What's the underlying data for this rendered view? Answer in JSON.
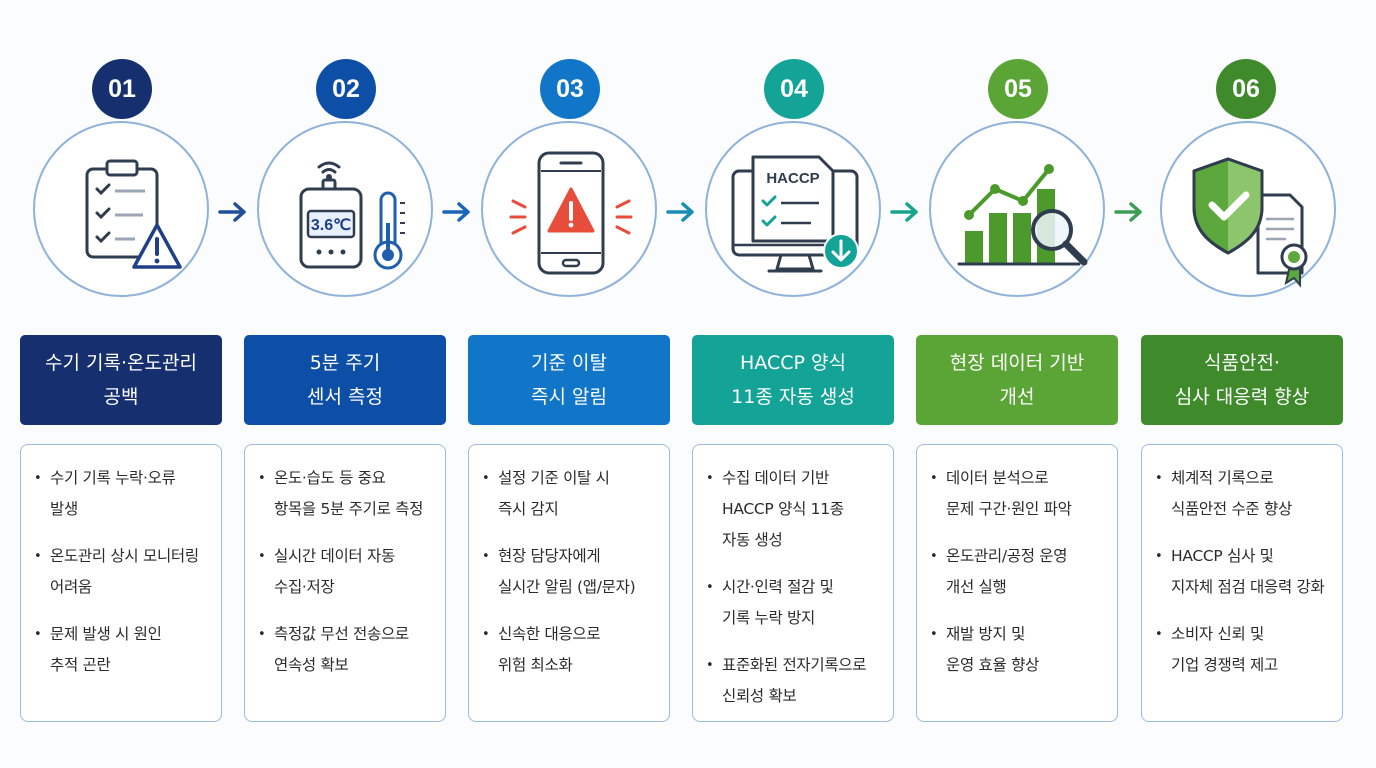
{
  "steps": [
    {
      "number": "01",
      "color": "#16306f",
      "icon": "clipboard-warning-icon",
      "title": [
        "수기 기록·온도관리",
        "공백"
      ],
      "bullets": [
        [
          "수기 기록 누락·오류",
          "발생"
        ],
        [
          "온도관리 상시 모니터링",
          "어려움"
        ],
        [
          "문제 발생 시 원인",
          "추적 곤란"
        ]
      ]
    },
    {
      "number": "02",
      "color": "#0d4fa6",
      "icon": "sensor-thermometer-icon",
      "icon_text": "3.6℃",
      "title": [
        "5분 주기",
        "센서 측정"
      ],
      "bullets": [
        [
          "온도·습도 등 중요",
          "항목을 5분 주기로 측정"
        ],
        [
          "실시간 데이터 자동",
          "수집·저장"
        ],
        [
          "측정값 무선 전송으로",
          "연속성 확보"
        ]
      ]
    },
    {
      "number": "03",
      "color": "#1176c8",
      "icon": "phone-alert-icon",
      "title": [
        "기준 이탈",
        "즉시 알림"
      ],
      "bullets": [
        [
          "설정 기준 이탈 시",
          "즉시 감지"
        ],
        [
          "현장 담당자에게",
          "실시간 알림 (앱/문자)"
        ],
        [
          "신속한 대응으로",
          "위험 최소화"
        ]
      ]
    },
    {
      "number": "04",
      "color": "#13a497",
      "icon": "haccp-monitor-icon",
      "icon_text": "HACCP",
      "title": [
        "HACCP 양식",
        "11종 자동 생성"
      ],
      "bullets": [
        [
          "수집 데이터 기반",
          "HACCP 양식 11종",
          "자동 생성"
        ],
        [
          "시간·인력 절감 및",
          "기록 누락 방지"
        ],
        [
          "표준화된 전자기록으로",
          "신뢰성 확보"
        ]
      ]
    },
    {
      "number": "05",
      "color": "#5aa536",
      "icon": "chart-analysis-icon",
      "title": [
        "현장 데이터 기반",
        "개선"
      ],
      "bullets": [
        [
          "데이터 분석으로",
          "문제 구간·원인 파악"
        ],
        [
          "온도관리/공정 운영",
          "개선 실행"
        ],
        [
          "재발 방지 및",
          "운영 효율 향상"
        ]
      ]
    },
    {
      "number": "06",
      "color": "#3f8b2c",
      "icon": "shield-certificate-icon",
      "title": [
        "식품안전·",
        "심사 대응력 향상"
      ],
      "bullets": [
        [
          "체계적 기록으로",
          "식품안전 수준 향상"
        ],
        [
          "HACCP 심사 및",
          "지자체 점검 대응력 강화"
        ],
        [
          "소비자 신뢰 및",
          "기업 경쟁력 제고"
        ]
      ]
    }
  ],
  "arrow_colors": [
    "#1f4f9a",
    "#1a65b5",
    "#1a8cb4",
    "#17a48c",
    "#3c9d55"
  ]
}
